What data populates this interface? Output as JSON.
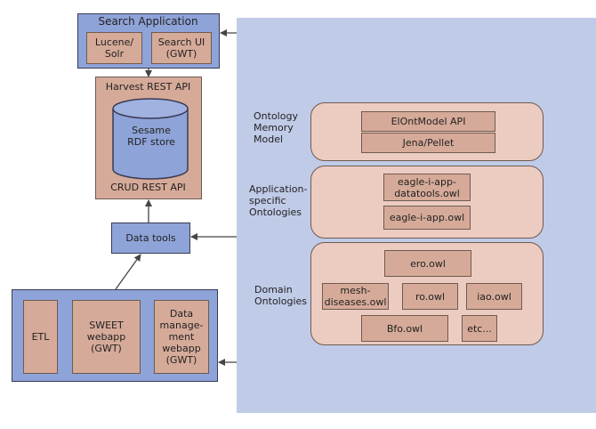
{
  "search_app": {
    "title": "Search Application",
    "lucene": "Lucene/\nSolr",
    "search_ui": "Search UI\n(GWT)"
  },
  "repository": {
    "harvest": "Harvest REST API",
    "store": "Sesame\nRDF store",
    "crud": "CRUD REST API"
  },
  "data_tools": "Data tools",
  "tools_group": {
    "etl": "ETL",
    "sweet": "SWEET\nwebapp\n(GWT)",
    "data_mgmt": "Data\nmanage-\nment\nwebapp\n(GWT)"
  },
  "layers": {
    "memory_label": "Ontology\nMemory\nModel",
    "app_label": "Application-\nspecific\nOntologies",
    "domain_label": "Domain\nOntologies"
  },
  "memory_model": {
    "api": "ElOntModel API",
    "jena": "Jena/Pellet"
  },
  "app_ontologies": {
    "datatools": "eagle-i-app-\ndatatools.owl",
    "app": "eagle-i-app.owl"
  },
  "domain_ontologies": {
    "ero": "ero.owl",
    "mesh": "mesh-\ndiseases.owl",
    "ro": "ro.owl",
    "iao": "iao.owl",
    "bfo": "Bfo.owl",
    "etc": "etc..."
  }
}
